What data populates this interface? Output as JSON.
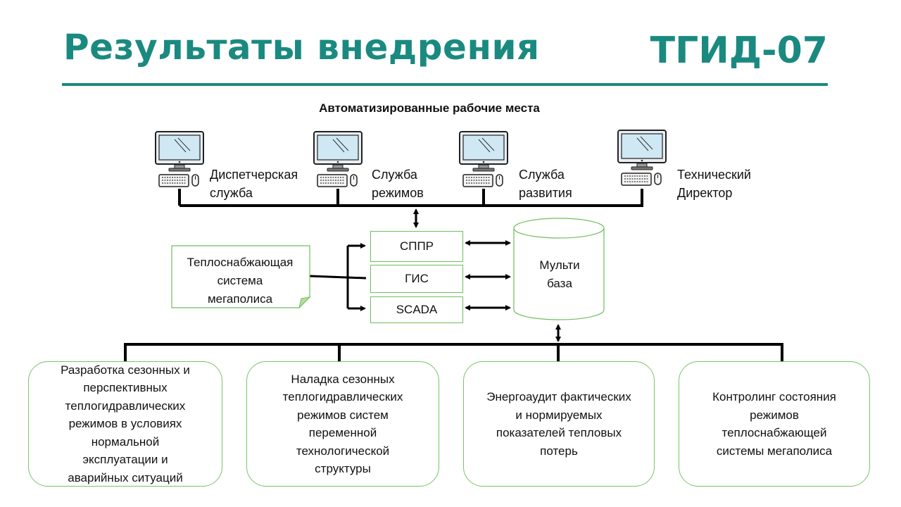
{
  "header": {
    "title": "Результаты внедрения",
    "code": "ТГИД-07"
  },
  "workstations": {
    "title": "Автоматизированные рабочие места",
    "items": [
      {
        "line1": "Диспетчерская",
        "line2": "служба"
      },
      {
        "line1": "Служба",
        "line2": "режимов"
      },
      {
        "line1": "Служба",
        "line2": "развития"
      },
      {
        "line1": "Технический",
        "line2": "Директор"
      }
    ]
  },
  "source": {
    "lines": [
      "Теплоснабжающая",
      "система",
      "мегаполиса"
    ]
  },
  "systems": {
    "items": [
      "СППР",
      "ГИС",
      "SCADA"
    ]
  },
  "database": {
    "lines": [
      "Мульти",
      "база"
    ]
  },
  "modules": [
    {
      "lines": [
        "Разработка сезонных и",
        "перспективных",
        "теплогидравлических",
        "режимов в условиях",
        "нормальной",
        "эксплуатации и",
        "аварийных ситуаций"
      ]
    },
    {
      "lines": [
        "Наладка сезонных",
        "теплогидравлических",
        "режимов систем",
        "переменной",
        "технологической",
        "структуры"
      ]
    },
    {
      "lines": [
        "Энергоаудит фактических",
        "и нормируемых",
        "показателей тепловых",
        "потерь"
      ]
    },
    {
      "lines": [
        "Контролинг состояния",
        "режимов",
        "теплоснабжающей",
        "системы мегаполиса"
      ]
    }
  ],
  "colors": {
    "accent": "#1a8a80",
    "box_border": "#6dbf5a",
    "line": "#000000"
  },
  "icons": [
    "computer-icon"
  ]
}
